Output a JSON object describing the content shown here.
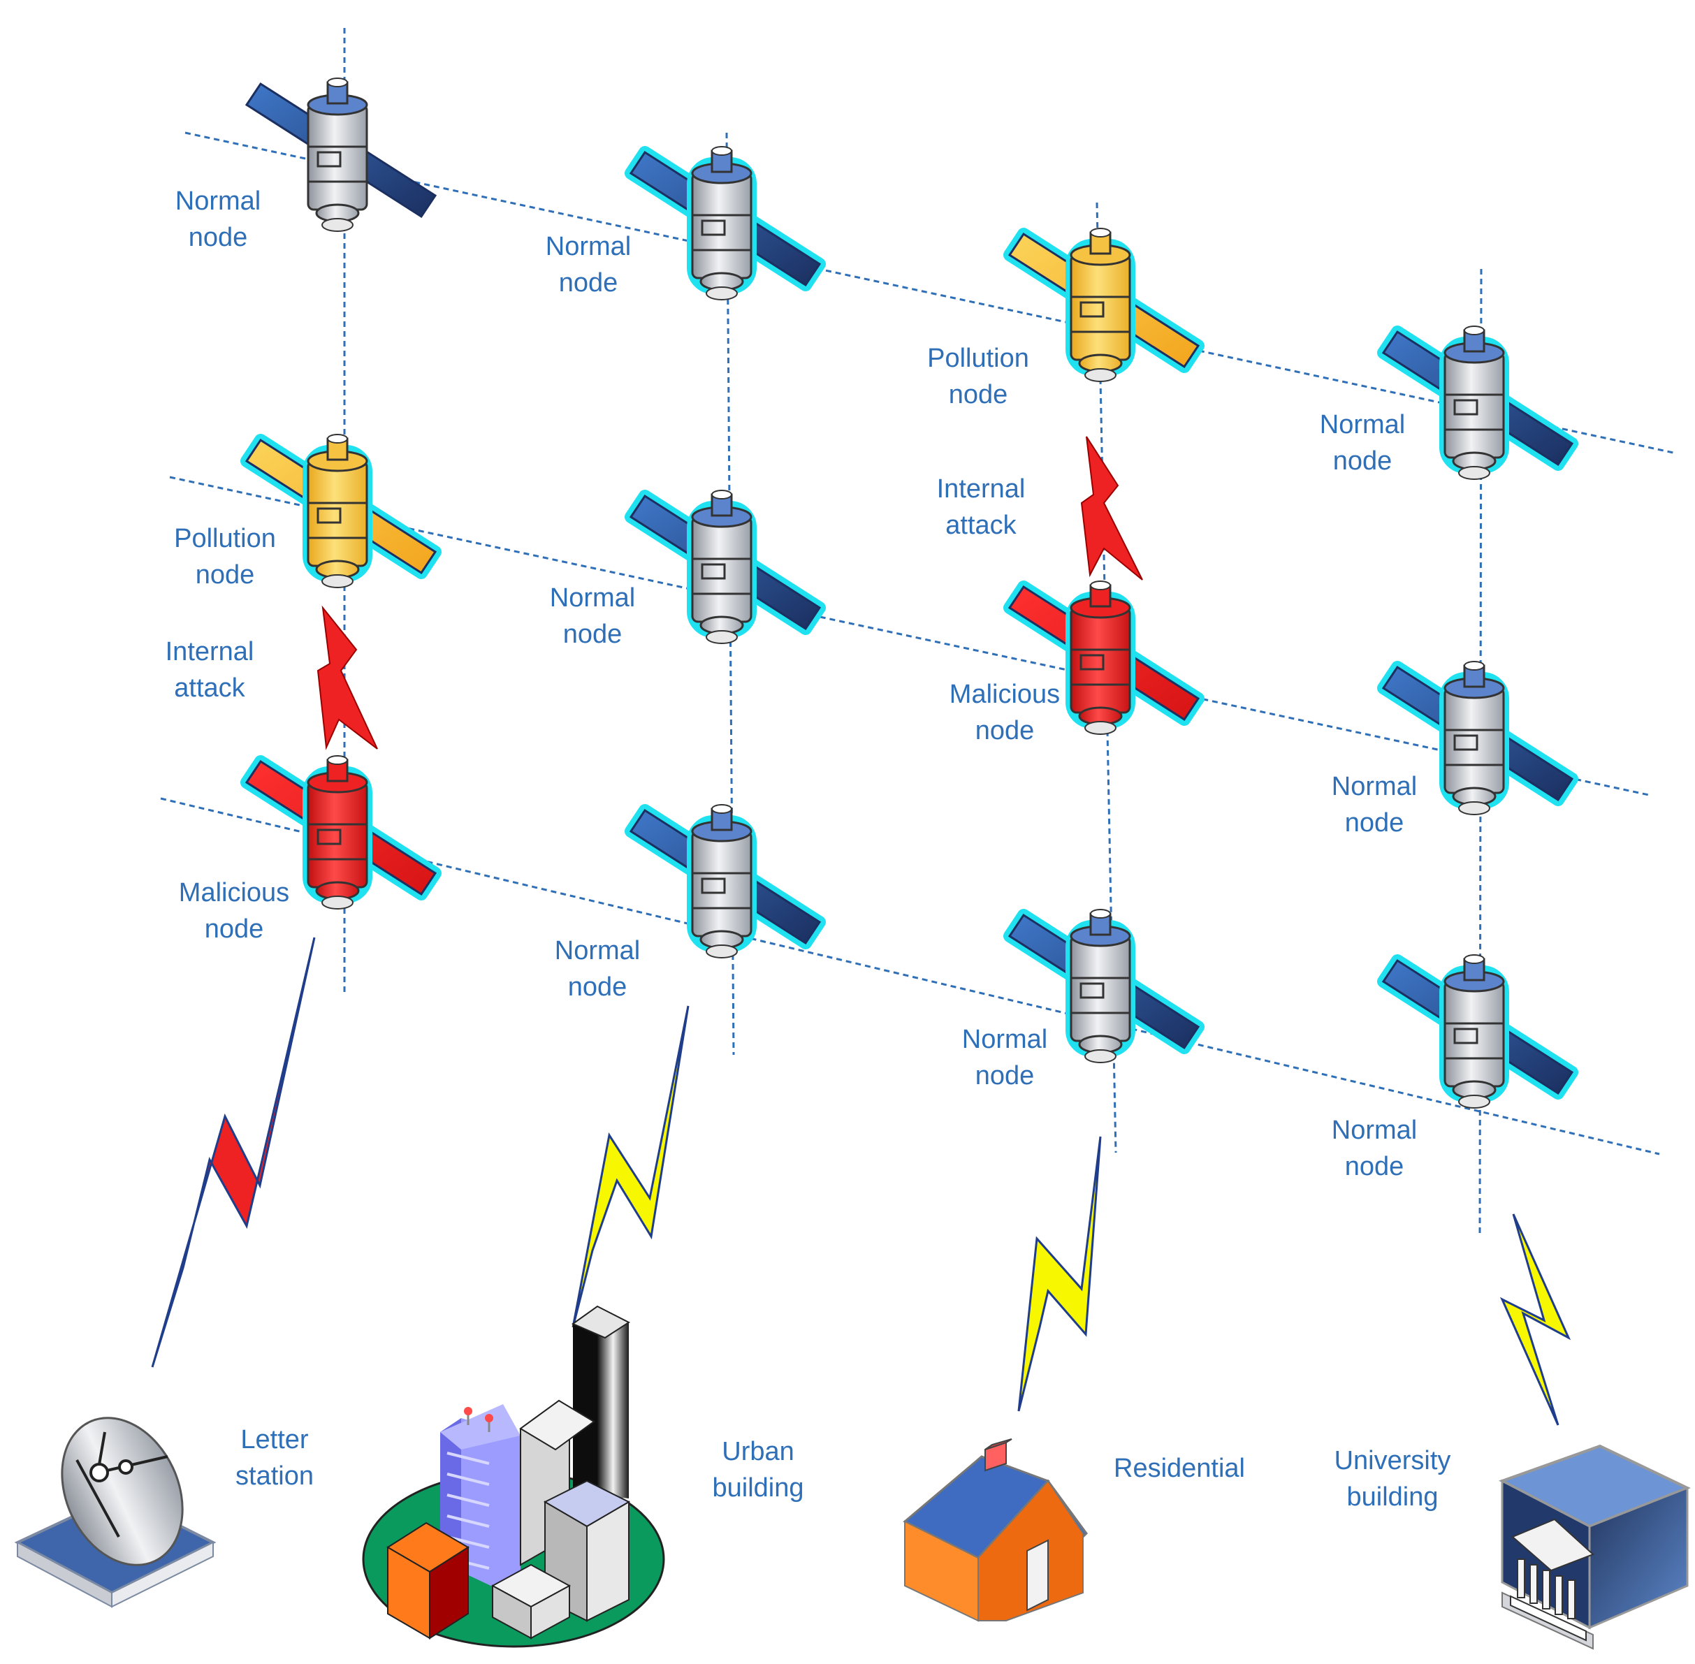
{
  "colors": {
    "label": "#2e6fb7",
    "normal_body": "#c9ccd3",
    "pollution_body": "#f5c242",
    "malicious_body": "#ee2222",
    "panel_normal": "#2b5aa8",
    "panel_pollution": "#f5c242",
    "panel_malicious": "#ee2222",
    "halo": "#1fe1f0",
    "bolt_red": "#ee2222",
    "bolt_yellow": "#f7f700"
  },
  "satellites": [
    {
      "type": "normal",
      "label": [
        "Normal",
        "node"
      ]
    },
    {
      "type": "pollution",
      "label": [
        "Pollution",
        "node"
      ]
    },
    {
      "type": "malicious",
      "label": [
        "Malicious",
        "node"
      ]
    },
    {
      "type": "normal",
      "label": [
        "Normal",
        "node"
      ]
    },
    {
      "type": "normal",
      "label": [
        "Normal",
        "node"
      ]
    },
    {
      "type": "normal",
      "label": [
        "Normal",
        "node"
      ]
    },
    {
      "type": "pollution",
      "label": [
        "Pollution",
        "node"
      ]
    },
    {
      "type": "malicious",
      "label": [
        "Malicious",
        "node"
      ]
    },
    {
      "type": "normal",
      "label": [
        "Normal",
        "node"
      ]
    },
    {
      "type": "normal",
      "label": [
        "Normal",
        "node"
      ]
    },
    {
      "type": "normal",
      "label": [
        "Normal",
        "node"
      ]
    },
    {
      "type": "normal",
      "label": [
        "Normal",
        "node"
      ]
    }
  ],
  "attacks": [
    {
      "label": [
        "Internal",
        "attack"
      ]
    },
    {
      "label": [
        "Internal",
        "attack"
      ]
    }
  ],
  "ground": [
    {
      "type": "dish",
      "label": [
        "Letter",
        "station"
      ],
      "link": "bolt_red"
    },
    {
      "type": "city",
      "label": [
        "Urban",
        "building"
      ],
      "link": "bolt_yellow"
    },
    {
      "type": "house",
      "label": [
        "Residential"
      ],
      "link": "bolt_yellow"
    },
    {
      "type": "university",
      "label": [
        "University",
        "building"
      ],
      "link": "bolt_yellow"
    }
  ]
}
